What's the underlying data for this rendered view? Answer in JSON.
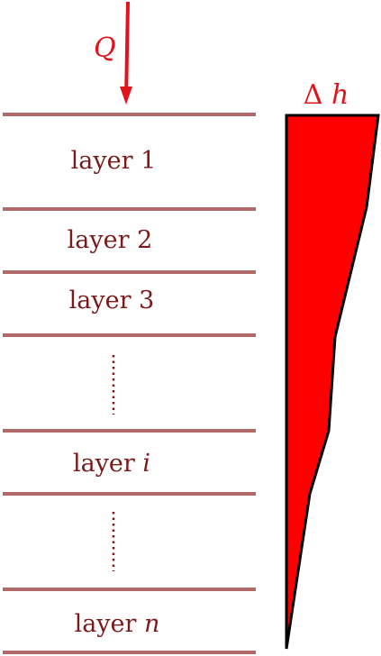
{
  "load": {
    "label": "Q"
  },
  "profile": {
    "label": "Δh",
    "fill_color": "#ff0000",
    "stroke_color": "#000000"
  },
  "colors": {
    "boundary": "#b06a6a",
    "text": "#7a1a1a",
    "arrow": "#e0141b"
  },
  "layers": [
    {
      "prefix": "layer ",
      "index": "1",
      "index_italic": false
    },
    {
      "prefix": "layer ",
      "index": "2",
      "index_italic": false
    },
    {
      "prefix": "layer ",
      "index": "3",
      "index_italic": false
    },
    {
      "prefix": "layer ",
      "index": "i",
      "index_italic": true
    },
    {
      "prefix": "layer ",
      "index": "n",
      "index_italic": true
    }
  ]
}
